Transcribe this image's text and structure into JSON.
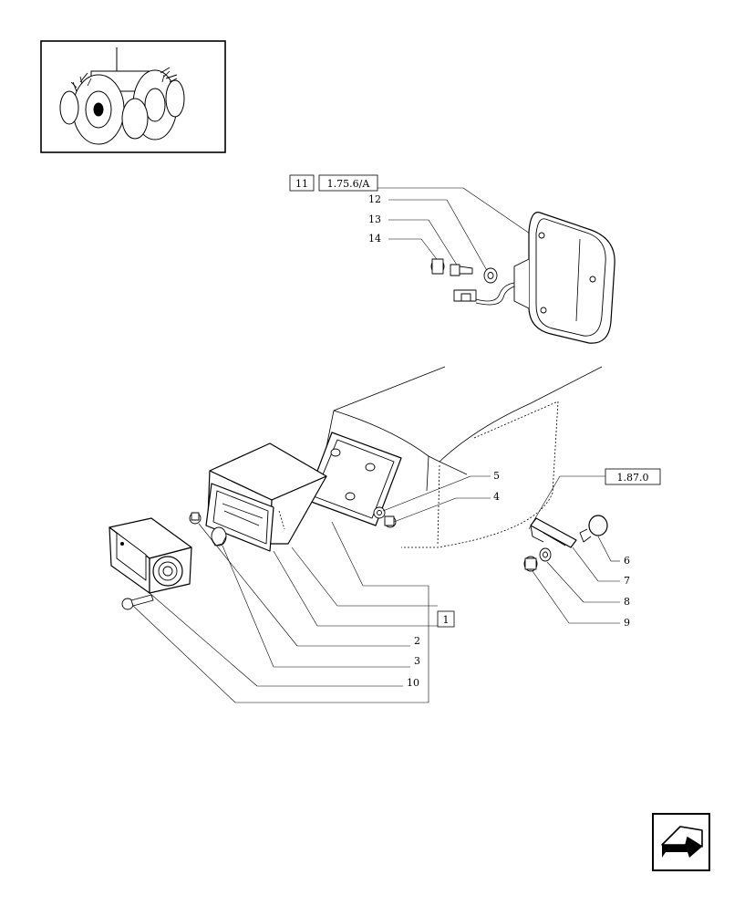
{
  "thumbnail": {
    "icon": "tractor-thumbnail-icon"
  },
  "refs": {
    "ref_11": "11",
    "ref_1_75_6_a": "1.75.6/A",
    "ref_1_87_0": "1.87.0",
    "ref_1": "1"
  },
  "callouts": {
    "c2": "2",
    "c3": "3",
    "c4": "4",
    "c5": "5",
    "c6": "6",
    "c7": "7",
    "c8": "8",
    "c9": "9",
    "c10": "10",
    "c12": "12",
    "c13": "13",
    "c14": "14"
  },
  "nav": {
    "icon": "next-page-arrow-icon"
  }
}
